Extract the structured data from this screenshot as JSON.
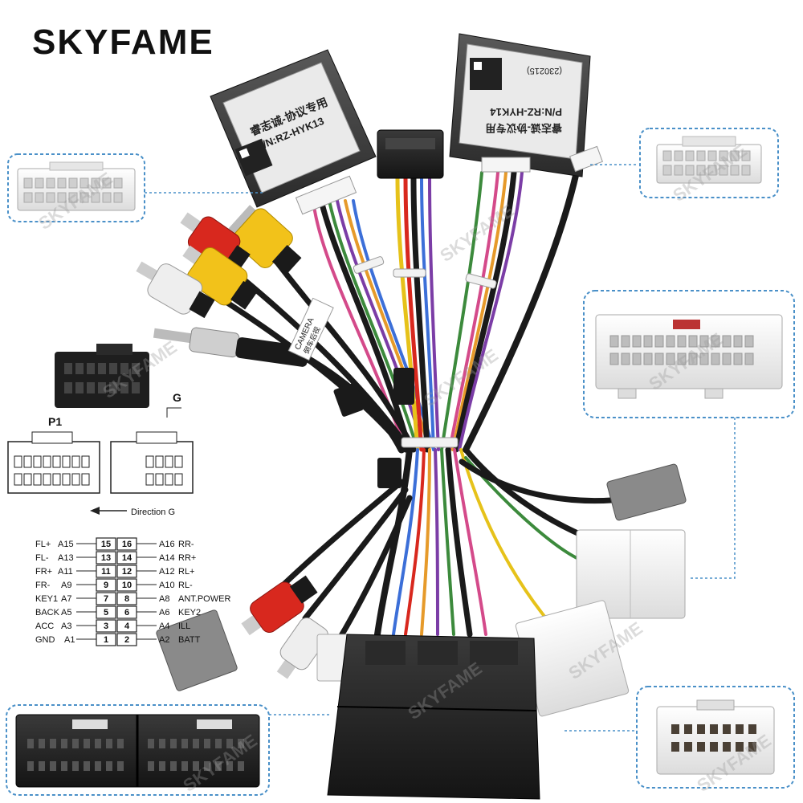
{
  "brand": "SKYFAME",
  "watermark": "SKYFAME",
  "modules": {
    "left": {
      "line1": "睿志诚-协议专用",
      "line2": "P/N:RZ-HYK13"
    },
    "right": {
      "line1": "睿志诚-协议专用",
      "line2": "P/N:RZ-HYK14",
      "code": "(230215)"
    }
  },
  "camera_tag": {
    "line1": "CAMERA",
    "line2": "倒车后视"
  },
  "diagram": {
    "p1_label": "P1",
    "g_label": "G",
    "direction": "Direction G"
  },
  "pinout": {
    "left_rows": [
      {
        "name": "FL+",
        "pin": "A15",
        "num": "15"
      },
      {
        "name": "FL-",
        "pin": "A13",
        "num": "13"
      },
      {
        "name": "FR+",
        "pin": "A11",
        "num": "11"
      },
      {
        "name": "FR-",
        "pin": "A9",
        "num": "9"
      },
      {
        "name": "KEY1",
        "pin": "A7",
        "num": "7"
      },
      {
        "name": "BACK",
        "pin": "A5",
        "num": "5"
      },
      {
        "name": "ACC",
        "pin": "A3",
        "num": "3"
      },
      {
        "name": "GND",
        "pin": "A1",
        "num": "1"
      }
    ],
    "right_rows": [
      {
        "num": "16",
        "pin": "A16",
        "name": "RR-"
      },
      {
        "num": "14",
        "pin": "A14",
        "name": "RR+"
      },
      {
        "num": "12",
        "pin": "A12",
        "name": "RL+"
      },
      {
        "num": "10",
        "pin": "A10",
        "name": "RL-"
      },
      {
        "num": "8",
        "pin": "A8",
        "name": "ANT.POWER"
      },
      {
        "num": "6",
        "pin": "A6",
        "name": "KEY2"
      },
      {
        "num": "4",
        "pin": "A4",
        "name": "ILL"
      },
      {
        "num": "2",
        "pin": "A2",
        "name": "BATT"
      }
    ]
  },
  "colors": {
    "wire_black": "#1a1a1a",
    "rca_red": "#d8281e",
    "rca_yellow": "#f2c21a",
    "rca_white": "#ececec",
    "callout_border": "#4a90c8",
    "connector_grey": "#8a8a8a"
  }
}
